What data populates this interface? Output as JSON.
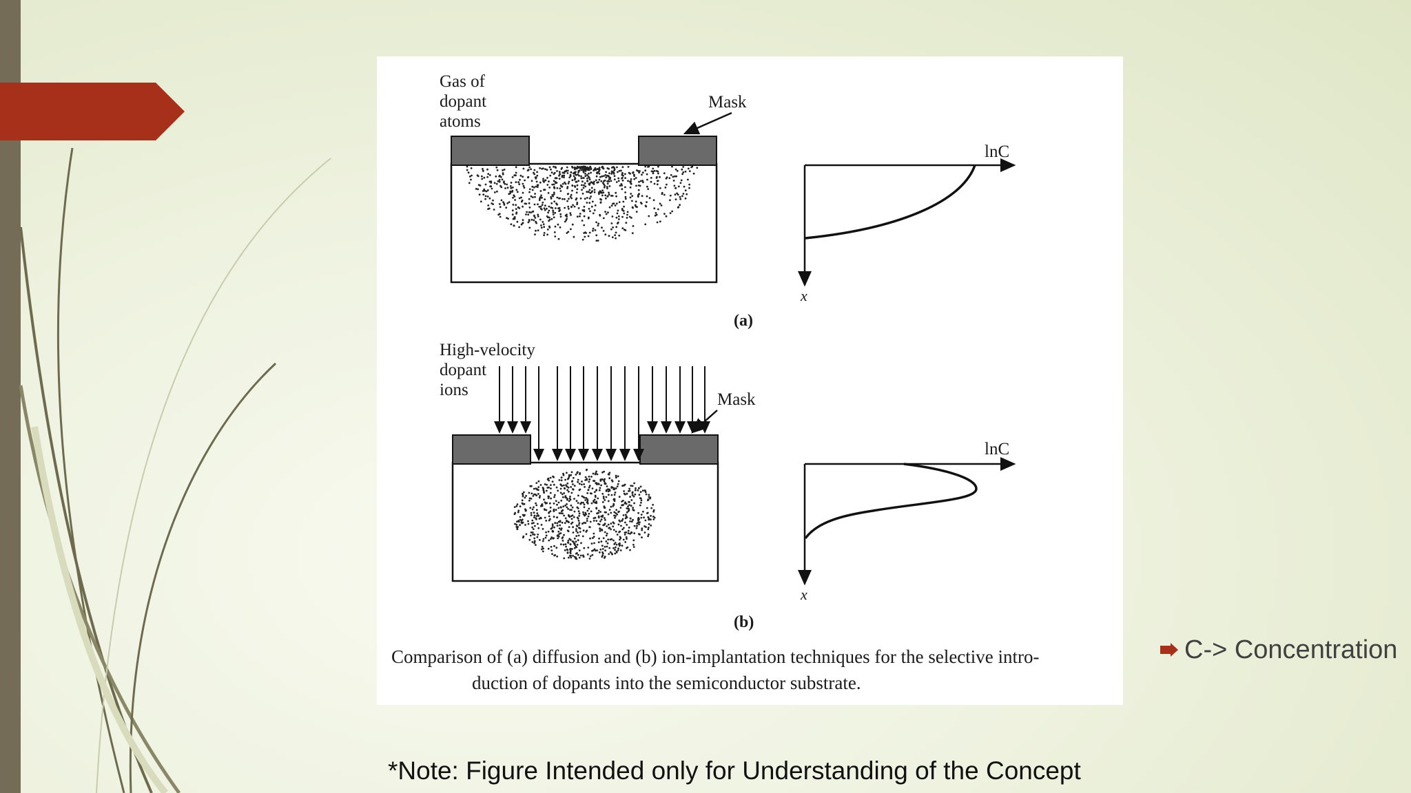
{
  "slide": {
    "accent_color": "#a7301b",
    "left_bar_color": "#756c58",
    "curve_color": "#6d6a4e"
  },
  "figure": {
    "panel_a": {
      "source_label_lines": [
        "Gas of",
        "dopant",
        "atoms"
      ],
      "mask_label": "Mask",
      "axis_h_label": "lnC",
      "axis_v_label": "x",
      "panel_label": "(a)"
    },
    "panel_b": {
      "source_label_lines": [
        "High-velocity",
        "dopant",
        "ions"
      ],
      "mask_label": "Mask",
      "axis_h_label": "lnC",
      "axis_v_label": "x",
      "panel_label": "(b)"
    },
    "caption": {
      "line1": "Comparison of (a) diffusion and (b) ion-implantation techniques for the selective intro-",
      "line2": "duction of dopants into the semiconductor substrate."
    }
  },
  "bullet": {
    "icon": "arrow-bullet-icon",
    "text": "C-> Concentration"
  },
  "footnote": "*Note: Figure Intended only for Understanding of the Concept"
}
